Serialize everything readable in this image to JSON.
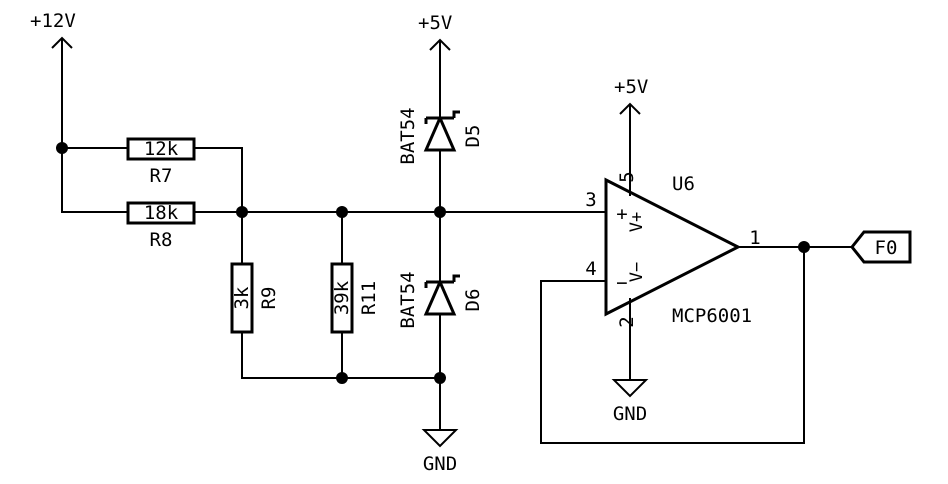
{
  "power": {
    "v12": "+12V",
    "v5_top": "+5V",
    "v5_opamp": "+5V",
    "gnd_diode": "GND",
    "gnd_opamp": "GND"
  },
  "resistors": {
    "r7": {
      "ref": "R7",
      "value": "12k"
    },
    "r8": {
      "ref": "R8",
      "value": "18k"
    },
    "r9": {
      "ref": "R9",
      "value": "3k"
    },
    "r11": {
      "ref": "R11",
      "value": "39k"
    }
  },
  "diodes": {
    "d5": {
      "ref": "D5",
      "part": "BAT54"
    },
    "d6": {
      "ref": "D6",
      "part": "BAT54"
    }
  },
  "opamp": {
    "ref": "U6",
    "part": "MCP6001",
    "pins": {
      "out": "1",
      "gnd": "2",
      "in_plus": "3",
      "in_minus": "4",
      "vdd": "5"
    },
    "pin_names": {
      "in_plus": "+",
      "in_minus": "−",
      "vdd": "V+",
      "vss": "V−"
    }
  },
  "output_label": "F0"
}
